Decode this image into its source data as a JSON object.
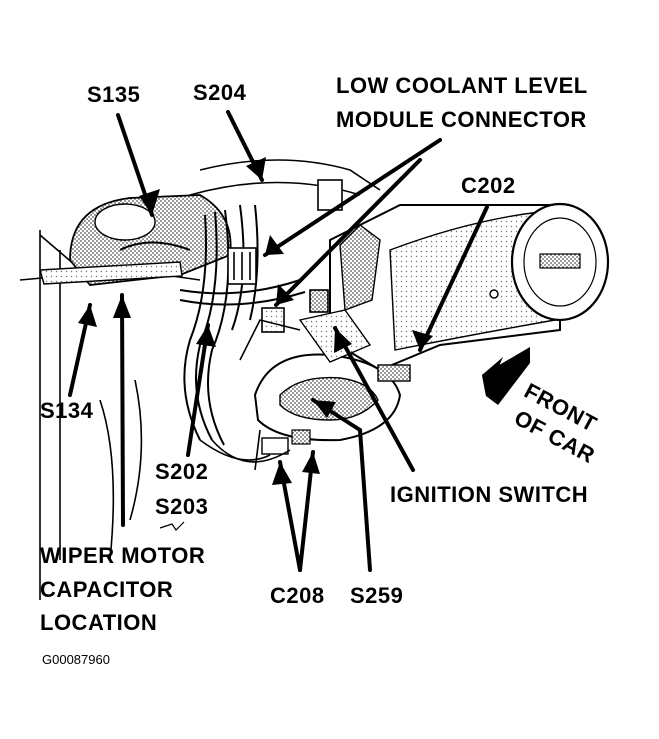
{
  "labels": {
    "s135": "S135",
    "s204": "S204",
    "low_coolant_line1": "LOW COOLANT LEVEL",
    "low_coolant_line2": "MODULE CONNECTOR",
    "c202": "C202",
    "front_line1": "FRONT",
    "front_line2": "OF CAR",
    "s134": "S134",
    "s202": "S202",
    "s203": "S203",
    "ignition_switch": "IGNITION SWITCH",
    "wiper_line1": "WIPER MOTOR",
    "wiper_line2": "CAPACITOR",
    "wiper_line3": "LOCATION",
    "c208": "C208",
    "s259": "S259"
  },
  "figure_code": "G00087960",
  "colors": {
    "ink": "#000000",
    "paper": "#ffffff",
    "shade": "#9a9a9a"
  }
}
